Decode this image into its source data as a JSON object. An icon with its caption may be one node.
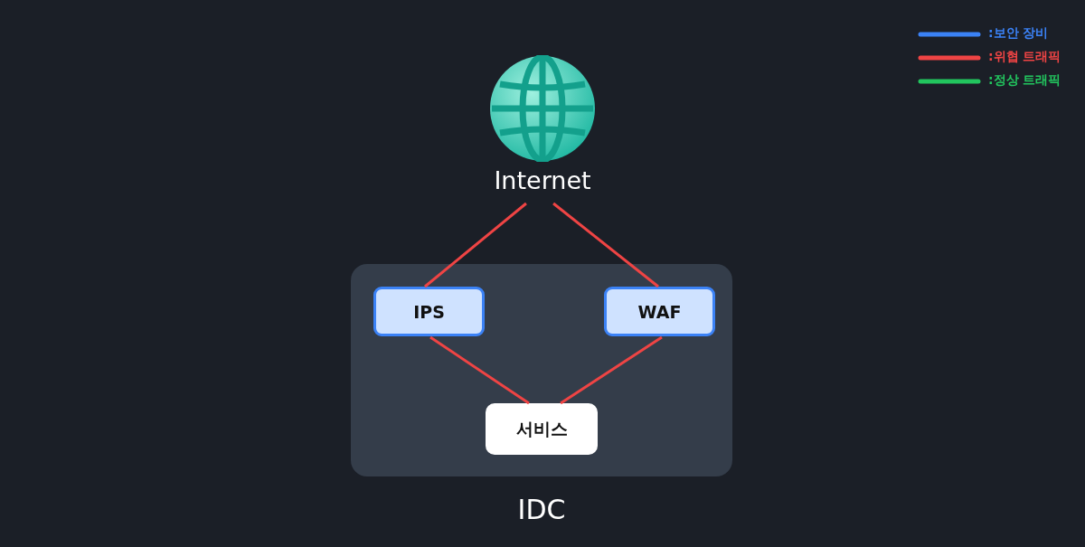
{
  "diagram": {
    "nodes": [
      {
        "text": [
          "Internet"
        ]
      },
      {
        "text": [
          "IDC"
        ]
      },
      {
        "text": [
          "IPS"
        ],
        "in": 1
      },
      {
        "text": [
          "WAF"
        ],
        "in": 1
      },
      {
        "text": [
          "서비스"
        ],
        "in": 1
      }
    ],
    "edges": [
      {
        "from": 0,
        "to": 2,
        "arrow": "none"
      },
      {
        "from": 0,
        "to": 3,
        "arrow": "none"
      },
      {
        "from": 2,
        "to": 4,
        "arrow": "none"
      },
      {
        "from": 3,
        "to": 4,
        "arrow": "none"
      }
    ],
    "legend": [
      {
        "text": ":보안 장비",
        "color": "#3b82f6"
      },
      {
        "text": ":위협 트래픽",
        "color": "#ef4444"
      },
      {
        "text": ":정상 트래픽",
        "color": "#22c55e"
      }
    ]
  }
}
